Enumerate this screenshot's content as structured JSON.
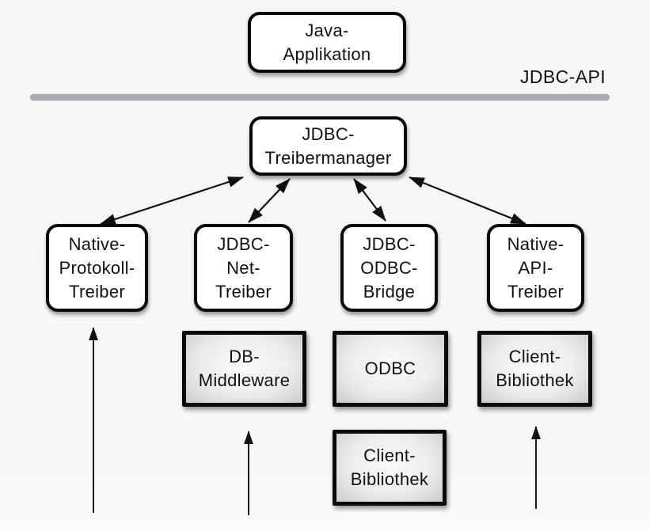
{
  "diagram": {
    "api_label": "JDBC-API",
    "colors": {
      "background": "#f7f7f8",
      "node_fill": "#ffffff",
      "node_border": "#0a0a0a",
      "gray_fill_center": "#fbfbfb",
      "gray_fill_edge": "#cccccc",
      "divider": "#a9aaad",
      "arrow": "#111111",
      "text": "#111111"
    },
    "nodes": {
      "java_app": {
        "lines": [
          "Java-",
          "Applikation"
        ]
      },
      "treibermanager": {
        "lines": [
          "JDBC-",
          "Treibermanager"
        ]
      },
      "native_protokoll": {
        "lines": [
          "Native-",
          "Protokoll-",
          "Treiber"
        ]
      },
      "jdbc_net": {
        "lines": [
          "JDBC-",
          "Net-",
          "Treiber"
        ]
      },
      "jdbc_odbc": {
        "lines": [
          "JDBC-",
          "ODBC-",
          "Bridge"
        ]
      },
      "native_api": {
        "lines": [
          "Native-",
          "API-",
          "Treiber"
        ]
      },
      "db_middleware": {
        "lines": [
          "DB-",
          "Middleware"
        ]
      },
      "odbc": {
        "lines": [
          "ODBC"
        ]
      },
      "client_bibliothek_odbc": {
        "lines": [
          "Client-",
          "Bibliothek"
        ]
      },
      "client_bibliothek_native": {
        "lines": [
          "Client-",
          "Bibliothek"
        ]
      }
    },
    "edges": [
      {
        "from": "treibermanager",
        "to": "native_protokoll",
        "type": "bidirectional"
      },
      {
        "from": "treibermanager",
        "to": "jdbc_net",
        "type": "bidirectional"
      },
      {
        "from": "treibermanager",
        "to": "jdbc_odbc",
        "type": "bidirectional"
      },
      {
        "from": "treibermanager",
        "to": "native_api",
        "type": "bidirectional"
      },
      {
        "from": "bottom",
        "to": "native_protokoll",
        "type": "up-arrow"
      },
      {
        "from": "bottom",
        "to": "db_middleware",
        "type": "up-arrow"
      },
      {
        "from": "bottom",
        "to": "client_bibliothek_native",
        "type": "up-arrow"
      }
    ]
  }
}
